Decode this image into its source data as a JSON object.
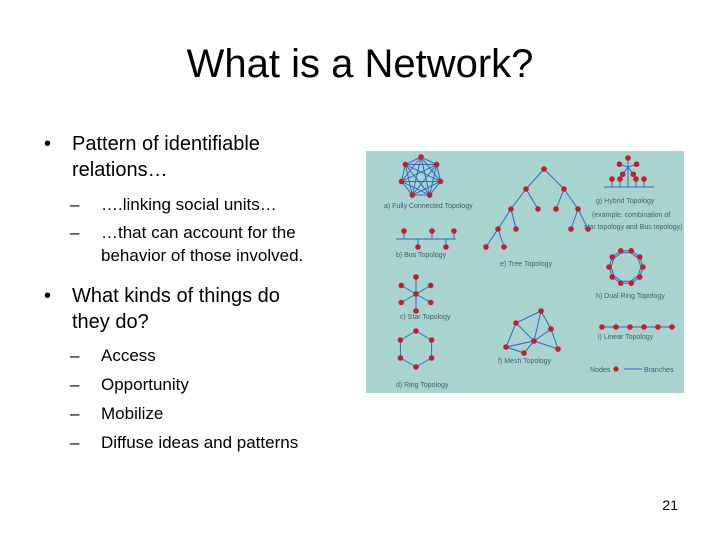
{
  "slide": {
    "title": "What is a Network?",
    "page_number": "21",
    "bullets": [
      {
        "marker": "•",
        "text_lines": [
          "Pattern of identifiable",
          "relations…"
        ],
        "subitems": [
          {
            "marker": "–",
            "lines": [
              "….linking social units…"
            ]
          },
          {
            "marker": "–",
            "lines": [
              "…that can account for the",
              "behavior of those involved."
            ]
          }
        ]
      },
      {
        "marker": "•",
        "text_lines": [
          "What kinds of things do",
          "they do?"
        ],
        "subitems": [
          {
            "marker": "–",
            "lines": [
              "Access"
            ]
          },
          {
            "marker": "–",
            "lines": [
              "Opportunity"
            ]
          },
          {
            "marker": "–",
            "lines": [
              "Mobilize"
            ]
          },
          {
            "marker": "–",
            "lines": [
              "Diffuse ideas and patterns"
            ]
          }
        ]
      }
    ]
  },
  "figure": {
    "background": "#a8d3cf",
    "node_color": "#c0202a",
    "line_color": "#2f67c4",
    "labels": {
      "fully_connected": "a) Fully Connected Topology",
      "bus": "b) Bus Topology",
      "star": "c) Star Topology",
      "ring": "d) Ring Topology",
      "tree": "e) Tree Topology",
      "mesh": "f) Mesh Topology",
      "hybrid_1": "g) Hybrid Topology",
      "hybrid_2": "(example: combination of",
      "hybrid_3": "star topology and Bus topology)",
      "dual_ring": "h) Dual Ring Topology",
      "linear": "i) Linear Topology",
      "legend_nodes": "Nodes",
      "legend_branches": "Branches"
    }
  }
}
